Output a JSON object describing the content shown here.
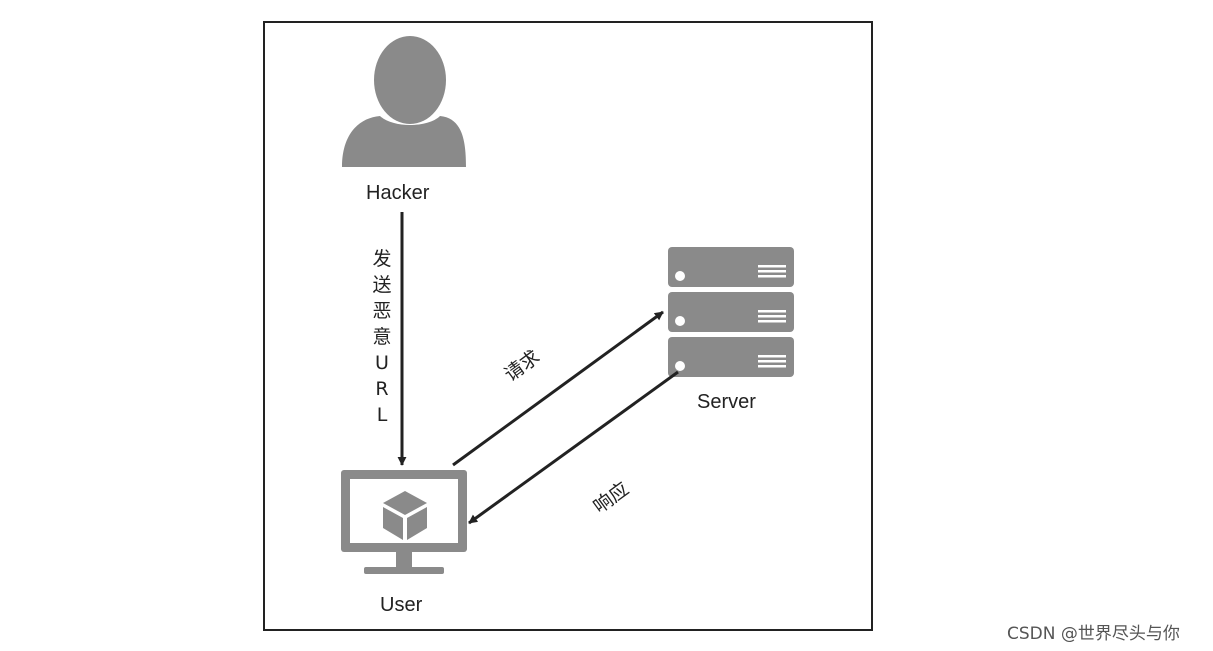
{
  "nodes": {
    "hacker": {
      "label": "Hacker",
      "icon": "user-silhouette-icon"
    },
    "user": {
      "label": "User",
      "icon": "monitor-icon"
    },
    "server": {
      "label": "Server",
      "icon": "server-rack-icon"
    }
  },
  "edges": {
    "hacker_to_user": {
      "label_chars": [
        "发",
        "送",
        "恶",
        "意",
        "U",
        "R",
        "L"
      ]
    },
    "user_to_server": {
      "label": "请求"
    },
    "server_to_user": {
      "label": "响应"
    }
  },
  "watermark": "CSDN @世界尽头与你",
  "colors": {
    "icon_gray": "#8a8a8a",
    "line": "#222222",
    "frame": "#222222"
  }
}
